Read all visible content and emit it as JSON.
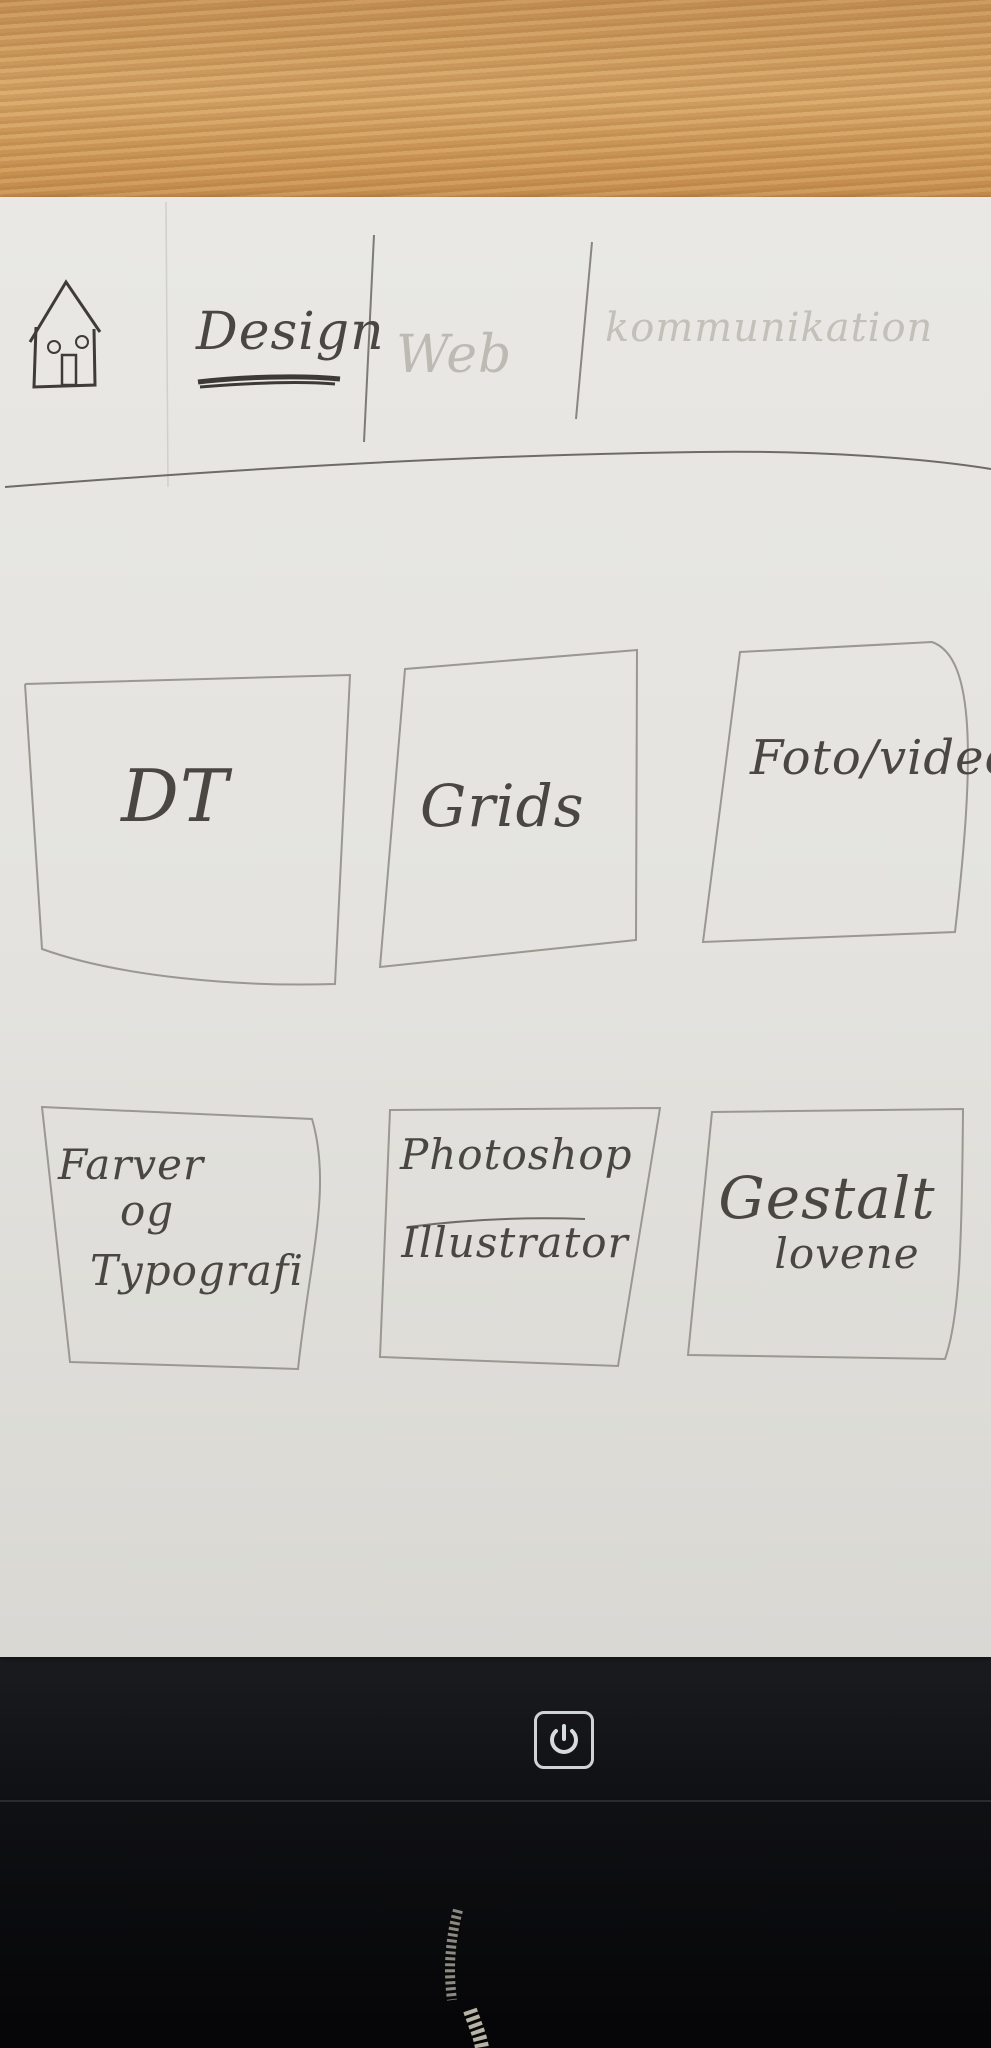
{
  "nav": {
    "home_icon": "house-icon",
    "tabs": [
      {
        "label": "Design",
        "active": true
      },
      {
        "label": "Web",
        "active": false
      },
      {
        "label": "kommunikation",
        "active": false
      }
    ]
  },
  "cards": [
    {
      "lines": [
        "DT"
      ]
    },
    {
      "lines": [
        "Grids"
      ]
    },
    {
      "lines": [
        "Foto/video"
      ]
    },
    {
      "lines": [
        "Farver",
        "og",
        "Typografi"
      ]
    },
    {
      "lines": [
        "Photoshop",
        "Illustrator"
      ]
    },
    {
      "lines": [
        "Gestalt",
        "lovene"
      ]
    }
  ],
  "device": {
    "power_icon": "power-icon"
  }
}
